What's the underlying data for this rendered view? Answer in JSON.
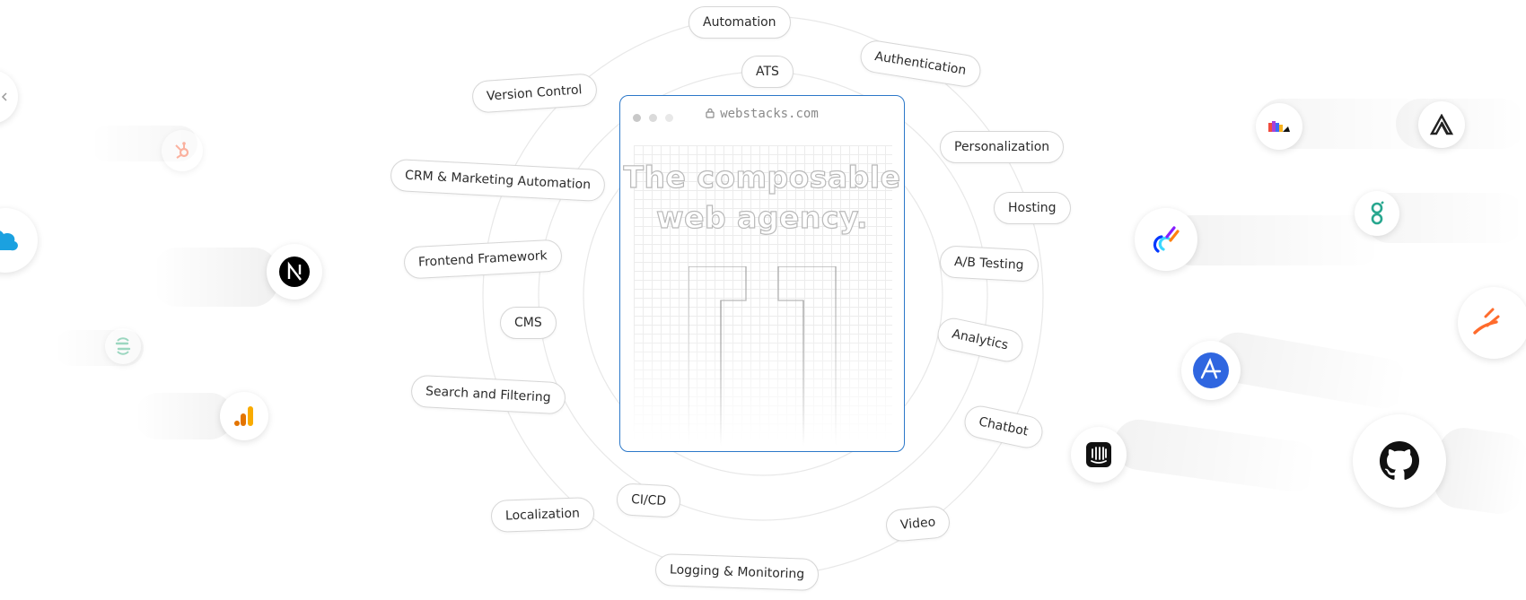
{
  "browser": {
    "url": "webstacks.com",
    "hero_line1": "The composable",
    "hero_line2": "web agency."
  },
  "categories": {
    "automation": "Automation",
    "ats": "ATS",
    "authentication": "Authentication",
    "version_control": "Version Control",
    "personalization": "Personalization",
    "crm": "CRM & Marketing Automation",
    "hosting": "Hosting",
    "frontend_framework": "Frontend Framework",
    "ab_testing": "A/B Testing",
    "cms": "CMS",
    "analytics": "Analytics",
    "search_filtering": "Search and Filtering",
    "chatbot": "Chatbot",
    "cicd": "CI/CD",
    "localization": "Localization",
    "video": "Video",
    "logging_monitoring": "Logging & Monitoring"
  },
  "logos": {
    "nextjs": {
      "icon": "nextjs-icon",
      "glyph": "N"
    },
    "github": {
      "icon": "github-icon"
    },
    "amplitude": {
      "icon": "amplitude-icon",
      "glyph": "A"
    },
    "intercom": {
      "icon": "intercom-icon"
    },
    "optimizely": {
      "icon": "optimizely-icon"
    },
    "sanity": {
      "icon": "sanity-icon"
    },
    "salesforce": {
      "icon": "salesforce-icon"
    },
    "google_analytics": {
      "icon": "google-analytics-icon"
    },
    "hubspot": {
      "icon": "hubspot-icon"
    },
    "segment": {
      "icon": "segment-icon"
    },
    "gatsby": {
      "icon": "gatsby-icon"
    },
    "algolia": {
      "icon": "algolia-icon"
    },
    "contentful": {
      "icon": "contentful-icon"
    }
  },
  "colors": {
    "browser_border": "#2c78c9",
    "amplitude_blue": "#2f66e0",
    "ring_gray": "#e6e6e6"
  }
}
